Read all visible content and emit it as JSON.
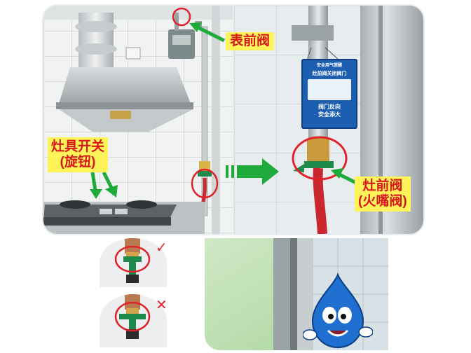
{
  "labels": {
    "meter_valve": "表前阀",
    "stove_switch_line1": "灶具开关",
    "stove_switch_line2": "(旋钮)",
    "stove_valve_line1": "灶前阀",
    "stove_valve_line2": "(火嘴阀)"
  },
  "sign": {
    "top_small": "安全用气提醒",
    "line1": "灶前阀关闭阀门",
    "line2": "阀门反向",
    "line3": "安全添大"
  },
  "marks": {
    "correct": "✓",
    "wrong": "✕"
  },
  "colors": {
    "label_bg": "#fff35a",
    "label_text": "#d7181b",
    "arrow_green": "#1faa3c",
    "circle_red": "#e0232a",
    "hose_red": "#c9262d",
    "valve_green": "#1e8a4c",
    "sign_blue": "#1c5fb0"
  },
  "icons": [
    "green-arrow-icon",
    "red-circle-highlight",
    "checkmark-icon",
    "cross-icon",
    "water-drop-mascot"
  ]
}
